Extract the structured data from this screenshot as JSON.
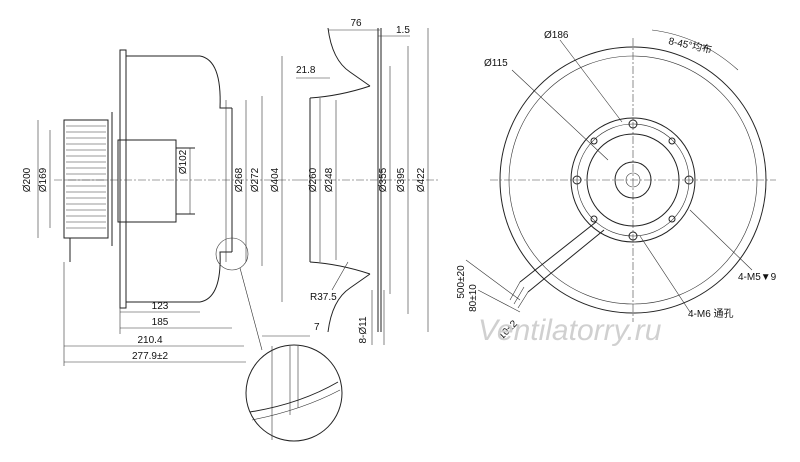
{
  "side_view": {
    "dims": {
      "d200": "Ø200",
      "d169": "Ø169",
      "d102": "Ø102",
      "d268": "Ø268",
      "d272": "Ø272",
      "d404": "Ø404",
      "l123": "123",
      "l185": "185",
      "l210": "210.4",
      "l277": "277.9±2"
    }
  },
  "inlet_ring": {
    "dims": {
      "w76": "76",
      "t15": "1.5",
      "w218": "21.8",
      "d260": "Ø260",
      "d248": "Ø248",
      "d355": "Ø355",
      "d395": "Ø395",
      "d422": "Ø422",
      "r375": "R37.5",
      "holes": "8-Ø11"
    }
  },
  "detail": {
    "dim7": "7"
  },
  "front_view": {
    "dims": {
      "d186": "Ø186",
      "d115": "Ø115",
      "angle": "8-45°均布",
      "m5": "4-M5▼9",
      "m6": "4-M6 通孔",
      "cable": "500±20",
      "c80": "80±10",
      "c10": "10±2"
    }
  },
  "watermark": "Ventilatorry.ru"
}
